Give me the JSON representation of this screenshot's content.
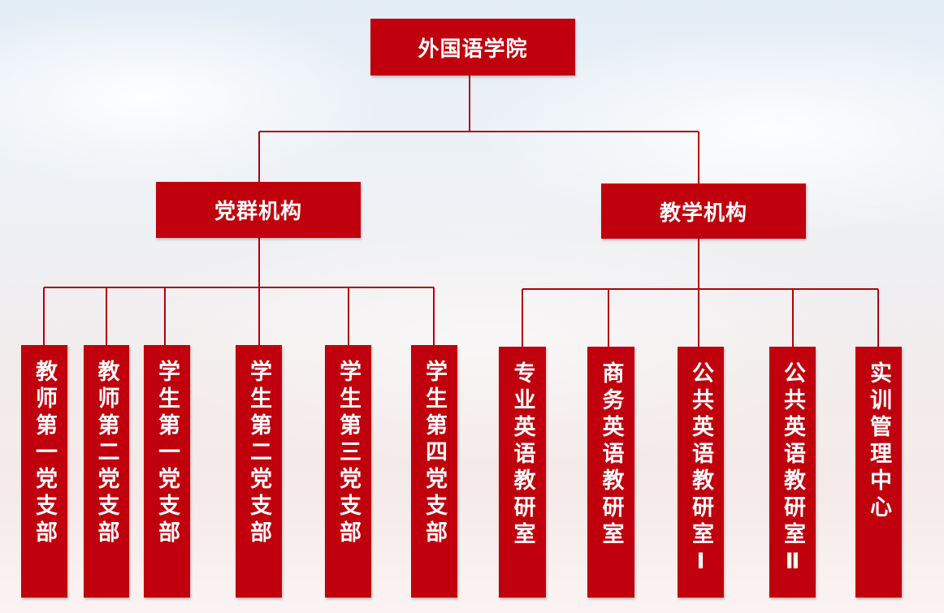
{
  "root": {
    "label": "外国语学院"
  },
  "branches": [
    {
      "label": "党群机构",
      "children": [
        "教师第一党支部",
        "教师第二党支部",
        "学生第一党支部",
        "学生第二党支部",
        "学生第三党支部",
        "学生第四党支部"
      ]
    },
    {
      "label": "教学机构",
      "children": [
        "专业英语教研室",
        "商务英语教研室",
        "公共英语教研室Ⅰ",
        "公共英语教研室Ⅱ",
        "实训管理中心"
      ]
    }
  ],
  "colors": {
    "box_fill": "#c0000c",
    "connector": "#b3000a",
    "text": "#ffffff"
  }
}
